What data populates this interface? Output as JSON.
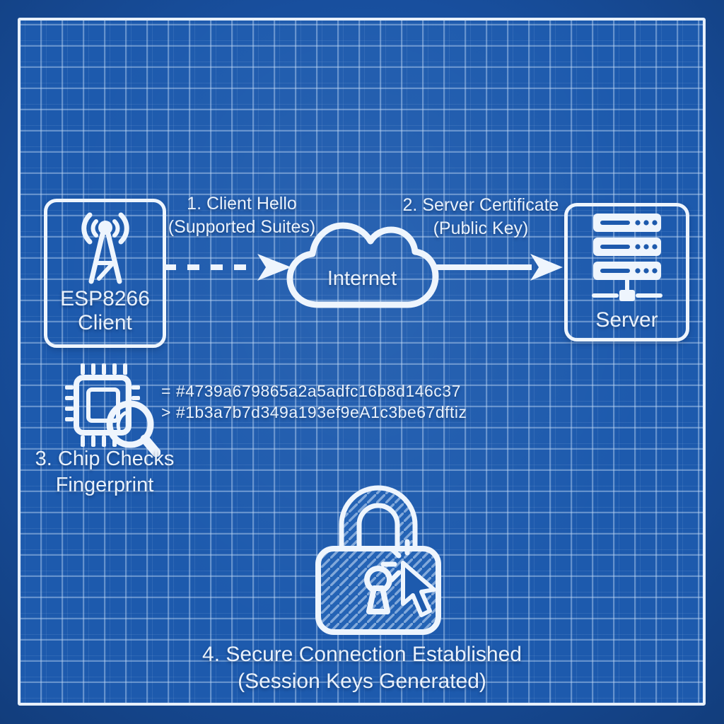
{
  "title": "ESP8266 TLS handshake blueprint diagram",
  "colors": {
    "outer_background": "#184f9e",
    "canvas_background": "#1d5aad",
    "grid_line": "#9cbde6",
    "line_and_text": "#eef5fd"
  },
  "nodes": {
    "client": {
      "icon": "antenna-icon",
      "label_line1": "ESP8266",
      "label_line2": "Client"
    },
    "internet": {
      "icon": "cloud-icon",
      "label": "Internet"
    },
    "server": {
      "icon": "server-icon",
      "label": "Server"
    }
  },
  "arrows": {
    "client_to_internet": {
      "style": "dashed",
      "label_line1": "1. Client Hello",
      "label_line2": "(Supported Suites)"
    },
    "internet_to_server": {
      "style": "solid",
      "label_line1": "2. Server Certificate",
      "label_line2": "(Public Key)"
    }
  },
  "fingerprint_check": {
    "icon": "chip-magnifier-icon",
    "expected_hash": "= #4739a679865a2a5adfc16b8d146c37",
    "computed_hash": "> #1b3a7b7d349a193ef9eA1c3be67dftiz",
    "label_line1": "3. Chip Checks",
    "label_line2": "Fingerprint"
  },
  "secure_connection": {
    "icon": "padlock-cursor-icon",
    "label_line1": "4. Secure Connection Established",
    "label_line2": "(Session Keys Generated)"
  }
}
